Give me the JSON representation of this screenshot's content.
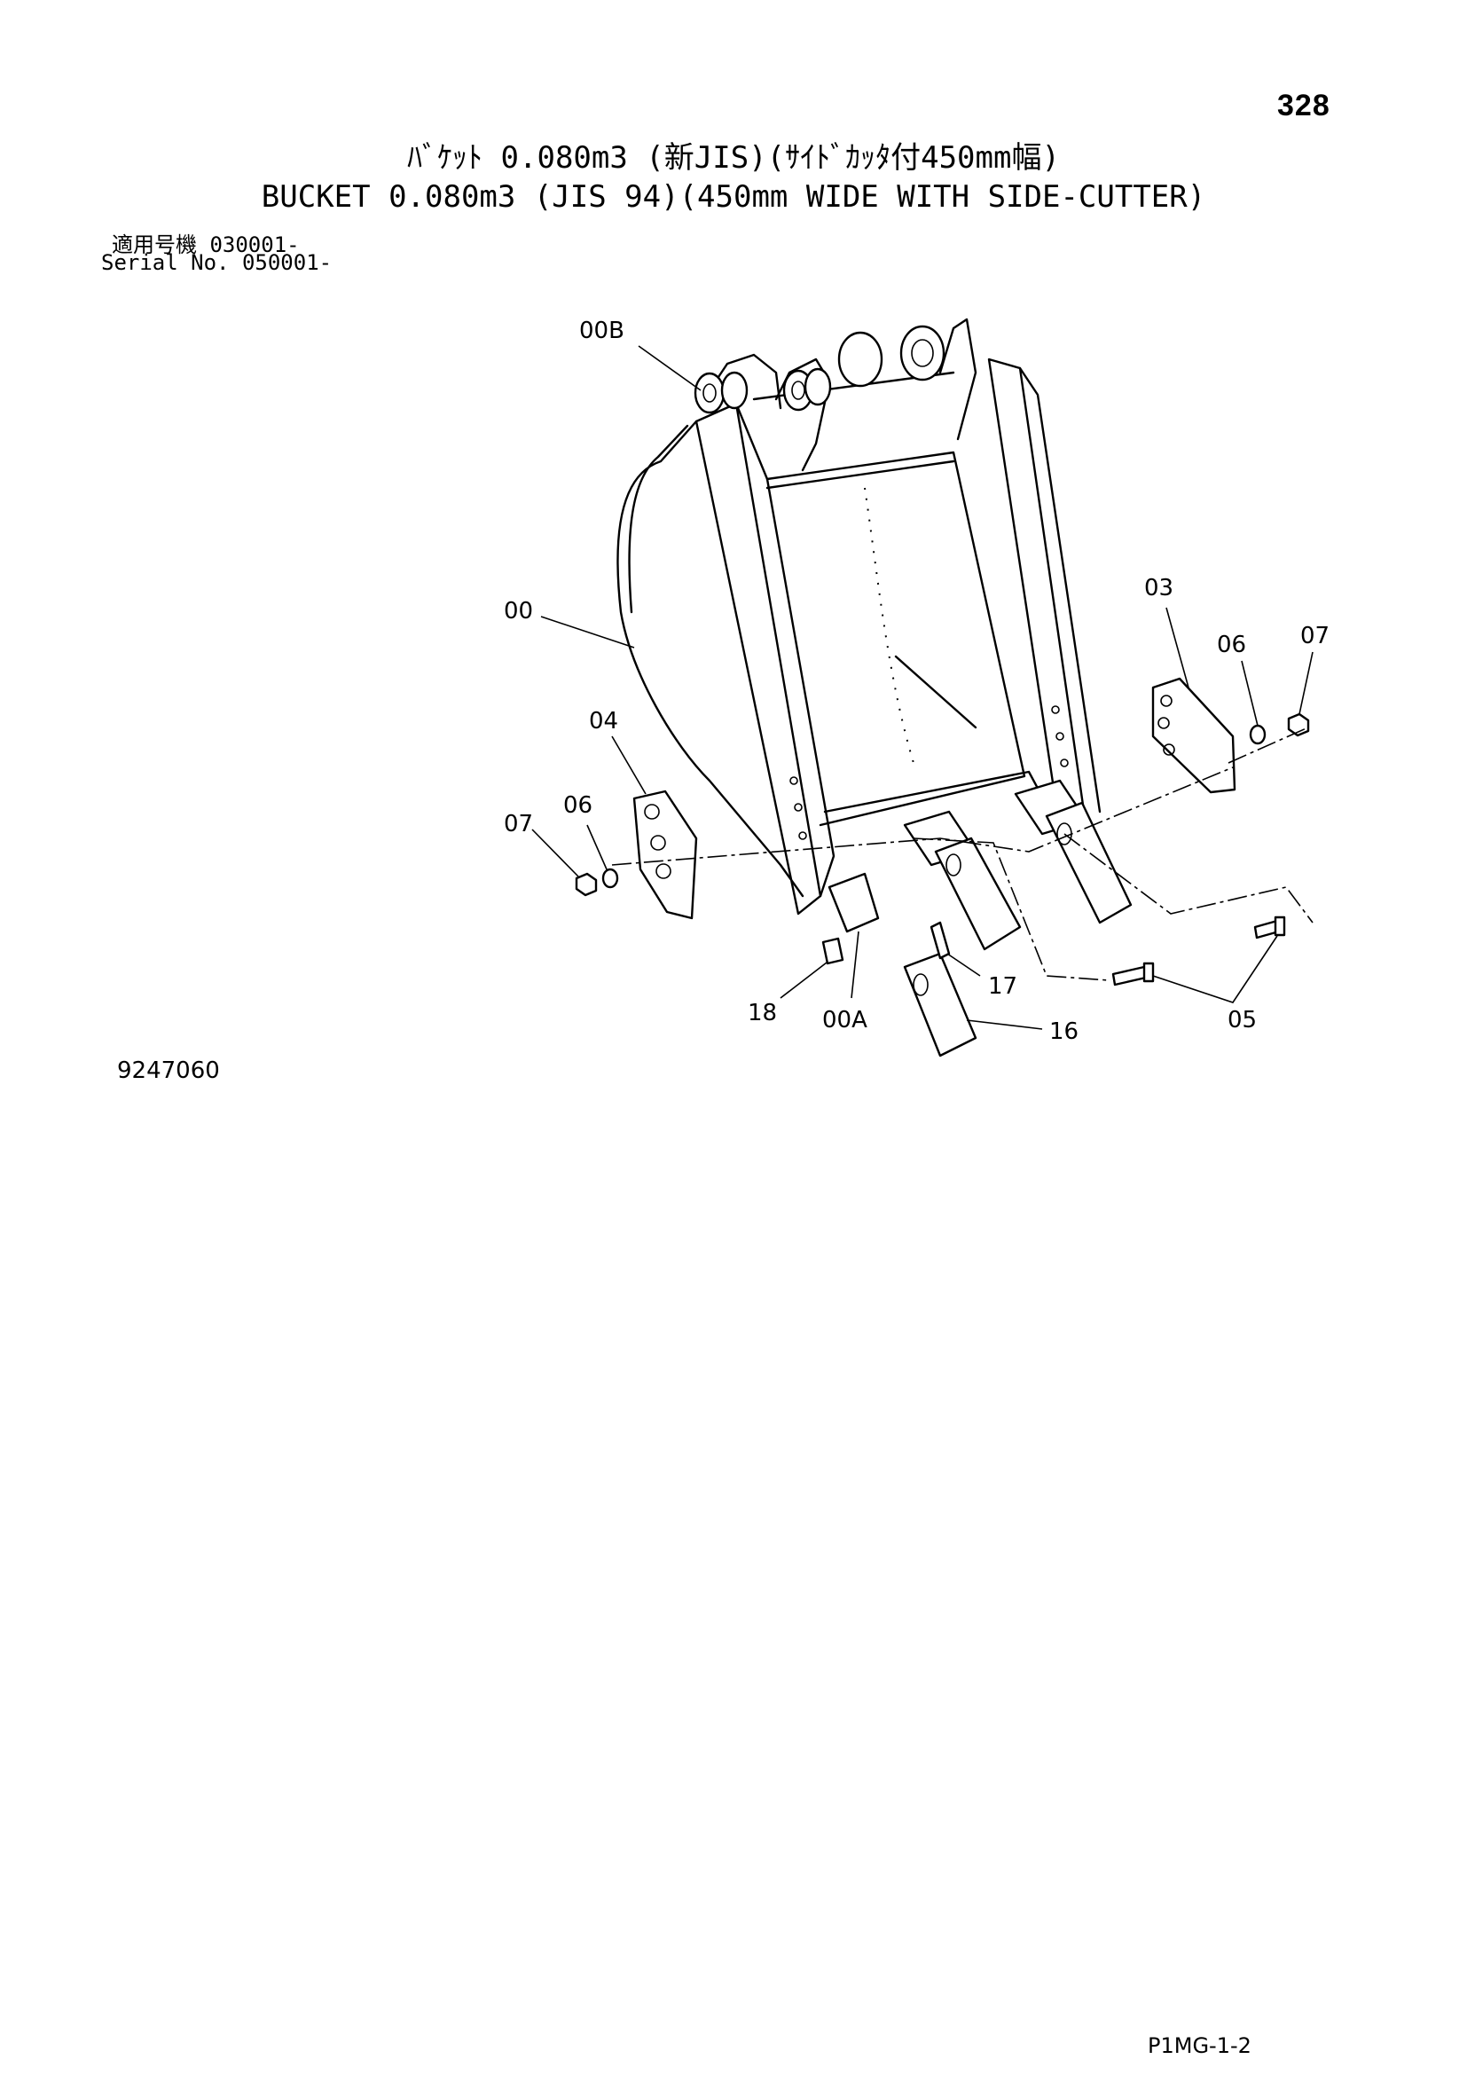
{
  "page": {
    "number": "328",
    "title_jp": "ﾊﾞｹｯﾄ 0.080m3 (新JIS)(ｻｲﾄﾞｶｯﾀ付450mm幅)",
    "title_en": "BUCKET 0.080m3 (JIS 94)(450mm WIDE WITH SIDE-CUTTER)",
    "serial_jp": "適用号機 030001-",
    "serial_en": "Serial No. 050001-",
    "drawing_number": "9247060",
    "doc_code": "P1MG-1-2"
  },
  "callouts": {
    "c00B": "00B",
    "c00": "00",
    "c03": "03",
    "c06_right": "06",
    "c07_right": "07",
    "c04": "04",
    "c06_left": "06",
    "c07_left": "07",
    "c17": "17",
    "c18": "18",
    "c00A": "00A",
    "c16": "16",
    "c05": "05"
  }
}
